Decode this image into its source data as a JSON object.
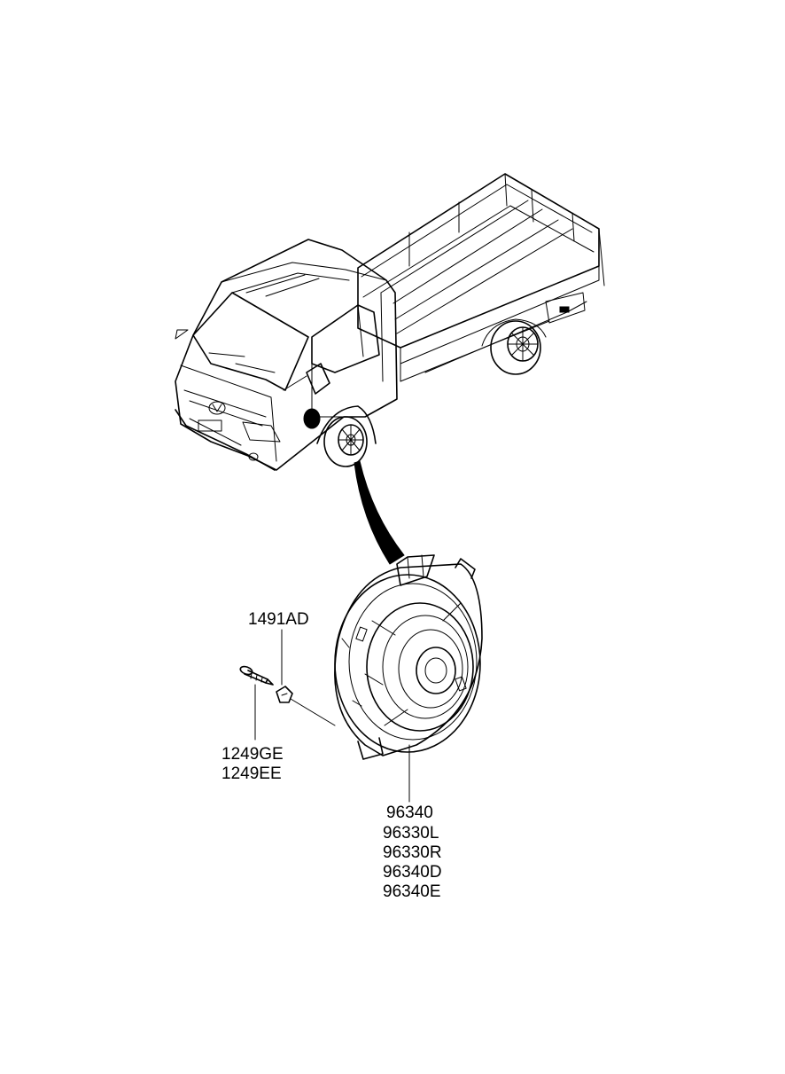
{
  "diagram": {
    "callouts": {
      "clip": "1491AD",
      "screw": [
        "1249GE",
        "1249EE"
      ],
      "speaker": [
        "96340",
        "96330L",
        "96330R",
        "96340D",
        "96340E"
      ]
    }
  }
}
